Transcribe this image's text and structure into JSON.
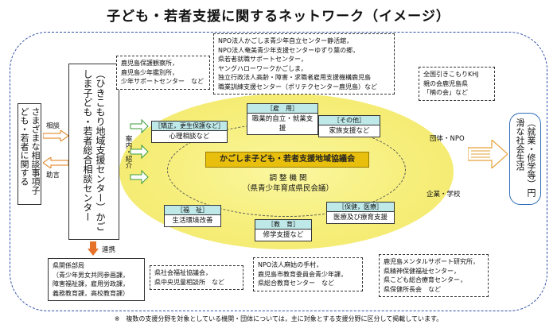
{
  "title": "子ども・若者支援に関するネットワーク（イメージ）",
  "left": {
    "box_text": "さまざまな相談事項子ども・若者に関する",
    "arrow_top_label": "相談",
    "arrow_bottom_label": "助言"
  },
  "center_org": {
    "text": "（ひきこもり地域支援センター）かごしま子ども・若者総合相談センター",
    "referral_label": "案内・紹介",
    "liaison_label": "連携"
  },
  "hub": {
    "name": "かごしま子ども・若者支援地域協議会",
    "adjust_title": "調 整 機 関",
    "adjust_sub": "（県青少年育成県民会議）"
  },
  "categories": [
    {
      "tag": "［矯正，更生保護など］",
      "body": "心理相談など"
    },
    {
      "tag": "［雇　用］",
      "body": "職業的自立・就業支援"
    },
    {
      "tag": "［その他］",
      "body": "家族支援など"
    },
    {
      "tag": "［福　祉］",
      "body": "生活環境改善"
    },
    {
      "tag": "［教　育］",
      "body": "修学支援など"
    },
    {
      "tag": "［保健，医療］",
      "body": "医療及び療育支援"
    }
  ],
  "boxes": {
    "top_left": [
      "鹿児島保護観察所，",
      "鹿児島少年鑑別所，",
      "少年サポートセンター　など"
    ],
    "top_center": [
      "NPO法人かごしま青少年自立センター静活舘，",
      "NPO法人奄美青少年支援センターゆずり葉の郷，",
      "県若者就職サポートセンター，",
      "ヤングハローワークかごしま，",
      "独立行政法人高齢・障害・求職者雇用支援機構鹿児島",
      "職業訓練支援センター（ポリテクセンター鹿児島）など"
    ],
    "top_right": [
      "全国引きこもりKHJ",
      "親の会鹿児島県",
      "「楠の会」など"
    ],
    "bottom_left": [
      "県関係部局",
      "（青少年男女共同参画課，",
      "障害福祉課，雇用労政課，",
      "義務教育課，高校教育課）"
    ],
    "bottom_welfare": [
      "県社会福祉協議会，",
      "県中央児童相談所　など"
    ],
    "bottom_edu": [
      "NPO法人麻姑の手村，",
      "鹿児島市教育委員会青少年課，",
      "県総合教育センター　など"
    ],
    "bottom_right": [
      "鹿児島メンタルサポート研究所，",
      "県精神保健福祉センター，",
      "県こども総合療育センター，",
      "県保健所長会　など"
    ]
  },
  "right": {
    "label_npo": "団体・NPO",
    "label_company": "企業・学校",
    "goal": "（就業・修学等）円滑な社会生活"
  },
  "footnote": "※　複数の支援分野を対象としている機関・団体については，主に対象とする支援分野に区分して掲載しています。"
}
